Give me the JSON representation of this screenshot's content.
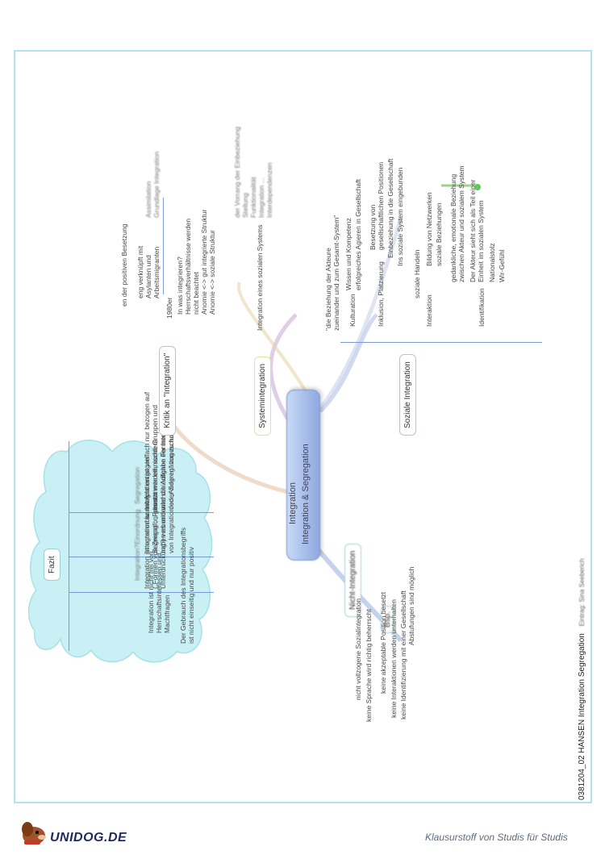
{
  "footer": {
    "doc_id": "0381204_02 HANSEN Integration Segregation",
    "doc_suffix": "Eintrag: Sina Seeberich",
    "site": "UNIDOG.DE",
    "tagline": "Klausurstoff von Studis für Studis"
  },
  "mindmap": {
    "central": {
      "line1": "Integration",
      "line2": "Integration & Segregation"
    },
    "kritik": {
      "heading": "Kritik an \"Integration\"",
      "items": [
        "en der positiven Besetzung",
        "eng verknüpft mit",
        "Asylanten und",
        "Arbeitsmigranten",
        "1980er",
        "In was integrieren?",
        "Herrschaftsverhältnisse werden",
        "nicht beachtet",
        "Anomie <-> gut integrierte Struktur",
        "Anomie <-> soziale Struktur"
      ],
      "faded": [
        "Assimilation",
        "Grundlage Integration"
      ]
    },
    "system": {
      "heading": "Systemintegration",
      "items": [
        "Integration eines sozialen Systems"
      ],
      "faded": [
        "der Vorrang der Einbeziehung",
        "Stellung",
        "Funktionalität",
        "Integration ...",
        "Interdependenzen"
      ]
    },
    "sozial": {
      "heading": "Soziale Integration",
      "intro": [
        "\"die Beziehung der Akteure",
        "zueinander und zum Gesamt-System\""
      ],
      "kulturation": {
        "label": "Kulturation",
        "items": [
          "Wissen und Kompetenz",
          "erfolgreiches Agieren in Gesellschaft"
        ]
      },
      "inklusion": {
        "label": "Inklusion, Platzierung",
        "items": [
          "Besetzung von",
          "gesellschaftlichen Positionen",
          "Einbeziehung in die Gesellschaft",
          "Ins soziale System eingebunden"
        ]
      },
      "interaktion": {
        "label": "Interaktion",
        "items": [
          "soziale Handeln",
          "Bildung von Netzwerken",
          "soziale Beziehungen"
        ]
      },
      "identifikation": {
        "label": "Identifikation",
        "items": [
          "gedankliche, emotionale Beziehung",
          "zwischen Akteur und sozialem System",
          "Der Akteur sieht sich als Teil einer",
          "Einheit im sozialen System",
          "Nationalstolz",
          "Wir-Gefühl"
        ]
      }
    },
    "nicht": {
      "heading": "Nicht-Integration",
      "sub": "Bsp.",
      "items": [
        "nicht vollzogene Sozialintegration",
        "keine Sprache wird richtig beherrscht",
        "keine akzeptable Position besetzt",
        "keine Interaktionen werden unterhalten",
        "keine Identifizierung mit einer Gesellschaft",
        "Abstufungen sind möglich"
      ]
    },
    "fazit": {
      "heading": "Fazit",
      "items": [
        "Der Gebrauch des Integrationsbegriffs",
        "ist nicht einseitig und nur positiv",
        "Integration ist nicht frei von",
        "Herrschaftsinteressen und",
        "Machtfragen",
        "Integration ist untrennbar mit A",
        "(„Formen von Zwang\", „Formen",
        "Unterdrückung\") verbunden",
        "Integration kann nicht entgegen",
        "Segregation gesetzt werden, sondern",
        "haben es mit unterschiedlichen Formen",
        "von Integration oder Segregation zu tun",
        "Integration ist vielfach nur bezogen auf",
        "bestimmte ethnische Gruppen und",
        "wird die Aufgabe der Integration",
        "den „Anderen\" zugeschoben"
      ],
      "faded": [
        "Integration?",
        "Einordnung",
        "Segregation"
      ]
    }
  },
  "colors": {
    "frame": "#aee6ee",
    "cloud": "#c9f1f5",
    "central": "#8ea9e0",
    "line_blue": "#7a9ad6"
  }
}
